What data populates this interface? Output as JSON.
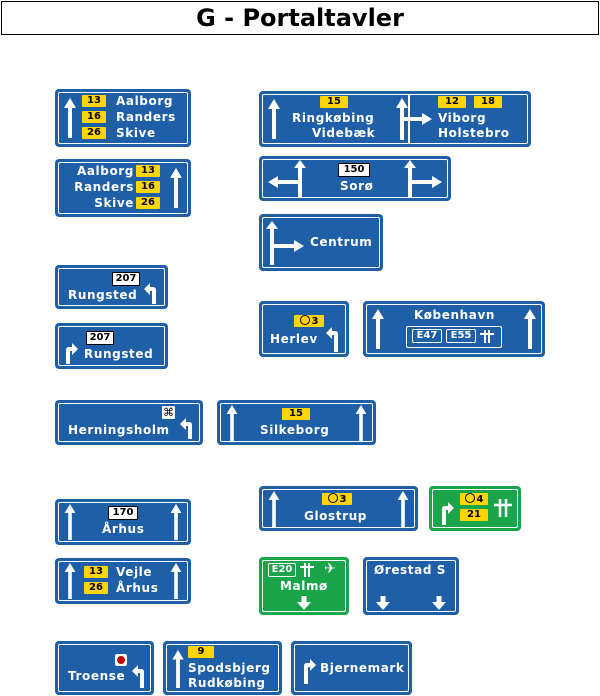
{
  "title": "G - Portaltavler",
  "colors": {
    "sign_blue": "#1f5fa8",
    "sign_green": "#1aa54a",
    "route_yellow": "#ffd500"
  },
  "signs": {
    "s1": {
      "routes": [
        "13",
        "16",
        "26"
      ],
      "places": [
        "Aalborg",
        "Randers",
        "Skive"
      ]
    },
    "s2": {
      "places": [
        "Aalborg",
        "Randers",
        "Skive"
      ],
      "routes": [
        "13",
        "16",
        "26"
      ]
    },
    "s3": {
      "route": "207",
      "place": "Rungsted"
    },
    "s4": {
      "route": "207",
      "place": "Rungsted"
    },
    "s5": {
      "place": "Herningsholm"
    },
    "s6": {
      "route": "15",
      "place": "Silkeborg"
    },
    "s7": {
      "route": "170",
      "place": "Århus"
    },
    "s8": {
      "routes": [
        "13",
        "26"
      ],
      "places": [
        "Vejle",
        "Århus"
      ]
    },
    "s9": {
      "route": "9",
      "places": [
        "Spodsbjerg",
        "Rudkøbing"
      ]
    },
    "s10": {
      "place": "Troense"
    },
    "s11": {
      "place": "Bjernemark"
    },
    "s12": {
      "left_route": "15",
      "left_places": [
        "Ringkøbing",
        "Videbæk"
      ],
      "right_routes": [
        "12",
        "18"
      ],
      "right_places": [
        "Viborg",
        "Holstebro"
      ]
    },
    "s13": {
      "route": "150",
      "place": "Sorø"
    },
    "s14": {
      "place": "Centrum"
    },
    "s15": {
      "ring": "3",
      "place": "Herlev"
    },
    "s16": {
      "place": "København",
      "routes": [
        "E47",
        "E55"
      ]
    },
    "s17": {
      "ring": "3",
      "place": "Glostrup"
    },
    "s18": {
      "ring": "4",
      "route": "21"
    },
    "s19": {
      "route": "E20",
      "place": "Malmø"
    },
    "s20": {
      "place": "Ørestad S"
    }
  }
}
